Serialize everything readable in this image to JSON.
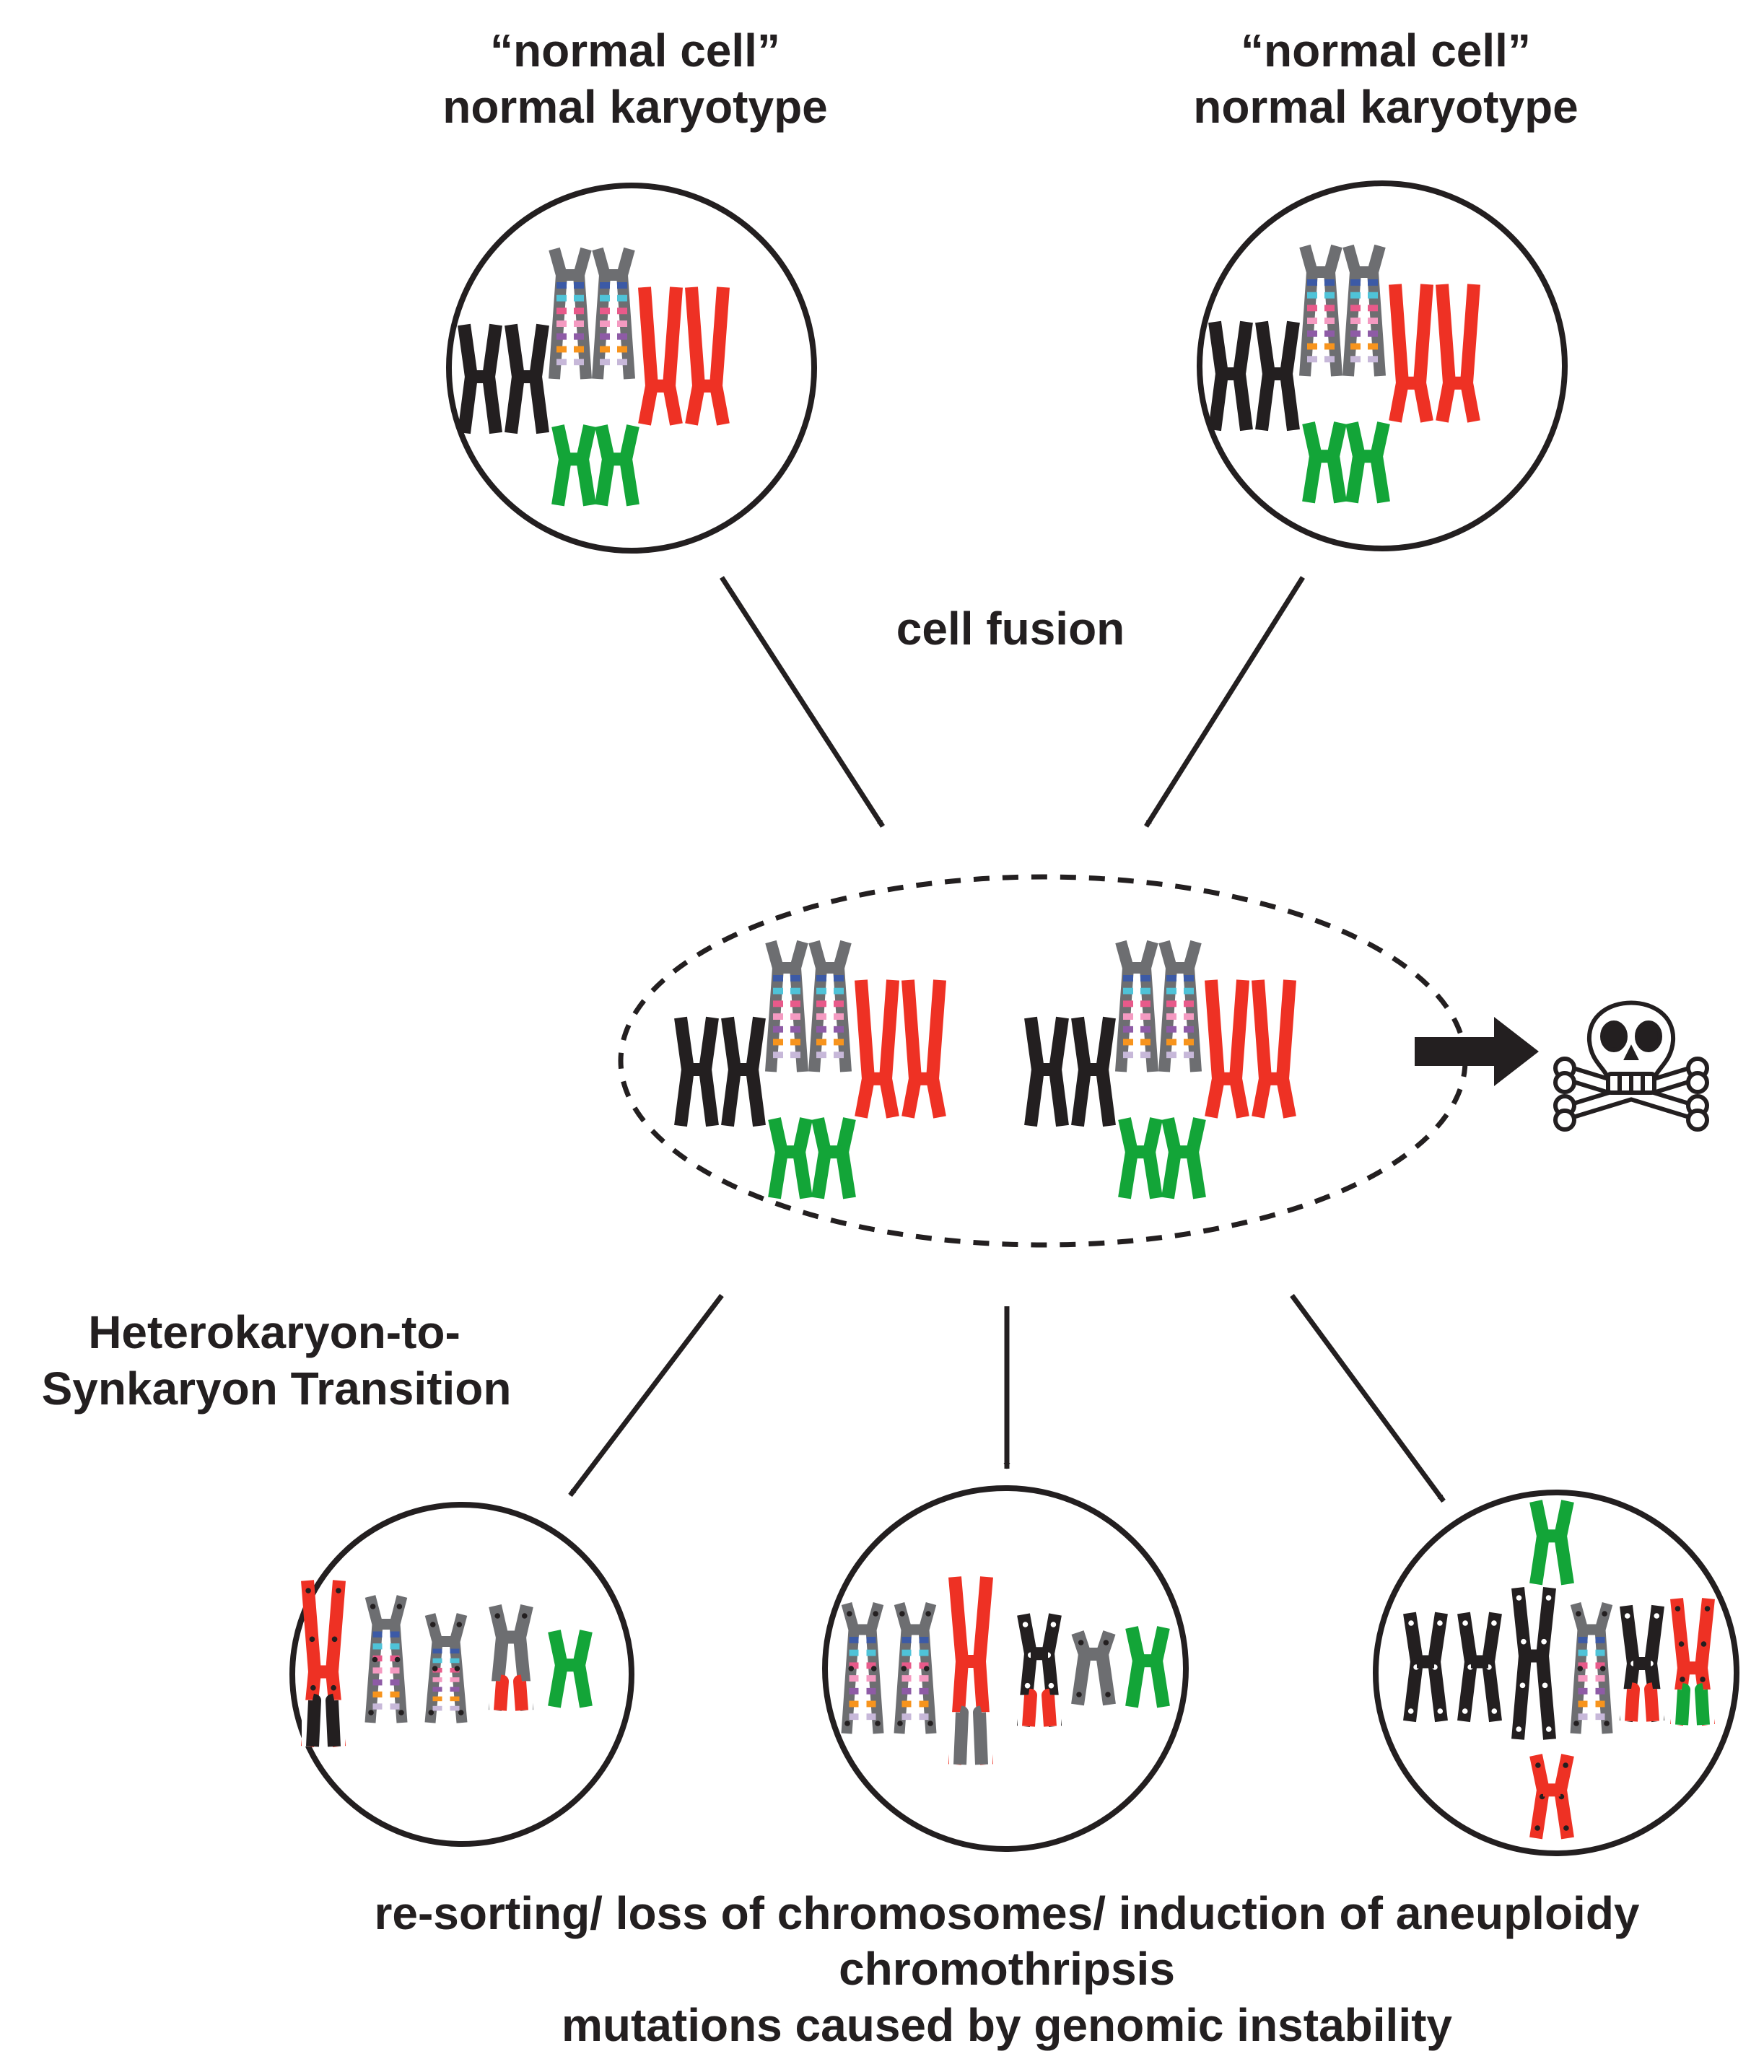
{
  "labels": {
    "cell_left_line1": "“normal cell”",
    "cell_left_line2": "normal karyotype",
    "cell_right_line1": "“normal cell”",
    "cell_right_line2": "normal karyotype",
    "fusion": "cell fusion",
    "transition_line1": "Heterokaryon-to-",
    "transition_line2": "Synkaryon Transition",
    "outcome_line1": "re-sorting/ loss of chromosomes/ induction of aneuploidy",
    "outcome_line2": "chromothripsis",
    "outcome_line3": "mutations caused by genomic instability"
  },
  "colors": {
    "black_chromosome": "#231f20",
    "gray_chromosome": "#6d6e71",
    "red_chromosome": "#ee3124",
    "green_chromosome": "#13a538",
    "band_colors": [
      "#3c5aa6",
      "#4fc3d8",
      "#e85a8a",
      "#f49ac1",
      "#8e5ba6",
      "#f7941d",
      "#c7b8d9"
    ],
    "stroke": "#231f20"
  },
  "icons": {
    "death": "skull-crossbones-icon"
  }
}
